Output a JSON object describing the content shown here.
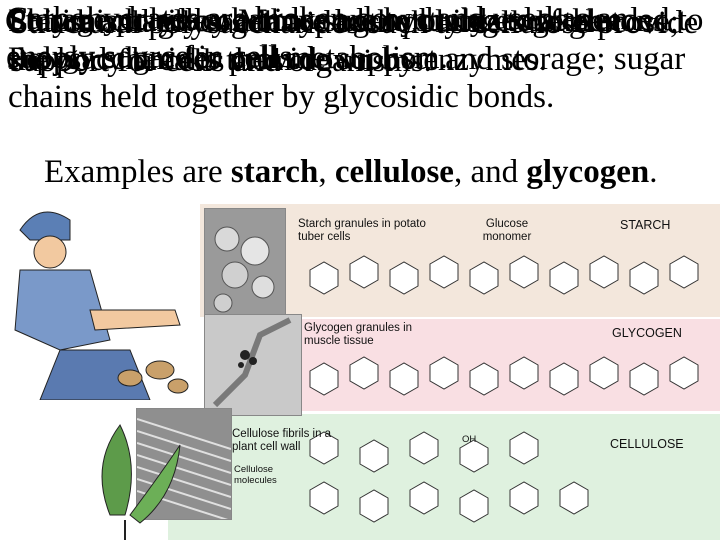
{
  "text_layers": [
    "Polysaccharides: Many sugars strung together. Polysaccharides provide support and storage; sugar chains held together by glycosidic bonds.",
    "Carbohydrates are broken down and used as an energy source in cells.",
    "Structural polysaccharides such as cellulose provide support for cells and organisms.",
    "Storage polysaccharides are hydrolyzed as needed to supply sugar for cell metabolism.",
    "Starch and glycogen are both polymers of glucose; the body breaks them down by enzymes.",
    "Chitin is used by arthropods to build exoskeletons."
  ],
  "examples": {
    "prefix": "Examples are",
    "starch": "starch",
    "sep1": ",",
    "cellulose": "cellulose",
    "sep2": ", and",
    "glycogen": "glycogen",
    "end": "."
  },
  "figure": {
    "starch_label": "Starch granules in potato tuber cells",
    "glucose_label": "Glucose monomer",
    "starch_title": "STARCH",
    "glycogen_label": "Glycogen granules in muscle tissue",
    "glycogen_title": "GLYCOGEN",
    "cellulose_fibrils_label": "Cellulose fibrils in a plant cell wall",
    "cellulose_molecules_label": "Cellulose molecules",
    "cellulose_title": "CELLULOSE",
    "oh_label": "OH"
  },
  "colors": {
    "starch_bg": "#f3e7dc",
    "glycogen_bg": "#f9dfe3",
    "cellulose_bg": "#dff1df",
    "ring_red": "#c0392b"
  }
}
